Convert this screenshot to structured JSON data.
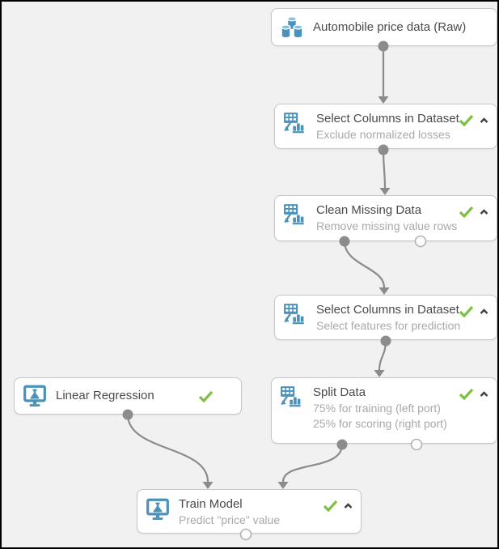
{
  "canvas": {
    "background_color": "#f1f1f1",
    "frame_color": "#000000"
  },
  "colors": {
    "module_icon_blue": "#4a92ba",
    "cylinder_top_blue": "#8cc0d8",
    "status_check_green": "#7ec043",
    "collapse_chevron": "#404040",
    "wire_gray": "#8b8b8b",
    "port_filled_gray": "#8c8c8c",
    "port_hollow_stroke": "#b3b3b3",
    "node_border": "#c7c7c7",
    "title_text": "#4a4a4a",
    "subtitle_text": "#a9a9a9"
  },
  "icons": {
    "dataset": "database-cylinders-icon",
    "transform": "column-grid-bar-chart-icon",
    "model": "monitor-flask-icon",
    "status": "green-check-icon",
    "collapse": "chevron-up-icon",
    "output_port": "filled-port-dot",
    "unused_output_port": "hollow-port-dot",
    "input_port": "arrowhead-down"
  },
  "nodes": [
    {
      "id": "dataset",
      "title": "Automobile price data (Raw)"
    },
    {
      "id": "select-columns-1",
      "title": "Select Columns in Dataset",
      "subtitle": "Exclude normalized losses",
      "status": "completed"
    },
    {
      "id": "clean-missing-data",
      "title": "Clean Missing Data",
      "subtitle": "Remove missing value rows",
      "status": "completed"
    },
    {
      "id": "select-columns-2",
      "title": "Select Columns in Dataset",
      "subtitle": "Select features for prediction",
      "status": "completed"
    },
    {
      "id": "linear-regression",
      "title": "Linear Regression",
      "status": "completed"
    },
    {
      "id": "split-data",
      "title": "Split Data",
      "subtitle": "75% for training (left port)",
      "subtitle2": "25% for scoring (right port)",
      "status": "completed"
    },
    {
      "id": "train-model",
      "title": "Train Model",
      "subtitle": "Predict \"price\" value",
      "status": "completed"
    }
  ]
}
